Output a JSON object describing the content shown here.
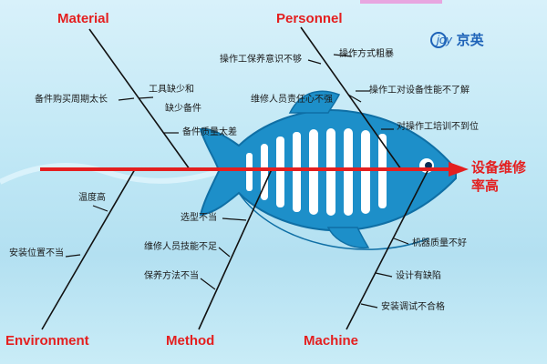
{
  "effect": {
    "line1": "设备维修",
    "line2": "率高"
  },
  "categories": {
    "material": "Material",
    "personnel": "Personnel",
    "environment": "Environment",
    "method": "Method",
    "machine": "Machine"
  },
  "causes": {
    "material": [
      "备件购买周期太长",
      "工具缺少和",
      "缺少备件",
      "备件质量太差"
    ],
    "personnel": [
      "操作工保养意识不够",
      "操作方式粗暴",
      "维修人员责任心不强",
      "操作工对设备性能不了解",
      "对操作工培训不到位"
    ],
    "environment": [
      "温度高",
      "安装位置不当"
    ],
    "method": [
      "选型不当",
      "维修人员技能不足",
      "保养方法不当"
    ],
    "machine": [
      "机器质量不好",
      "设计有缺陷",
      "安装调试不合格"
    ]
  },
  "logo": {
    "latin": "joy",
    "cn": "京英"
  },
  "colors": {
    "spine": "#e41f1f",
    "fish": "#1d8fc9",
    "label": "#e41f1f",
    "bone": "#111111"
  }
}
